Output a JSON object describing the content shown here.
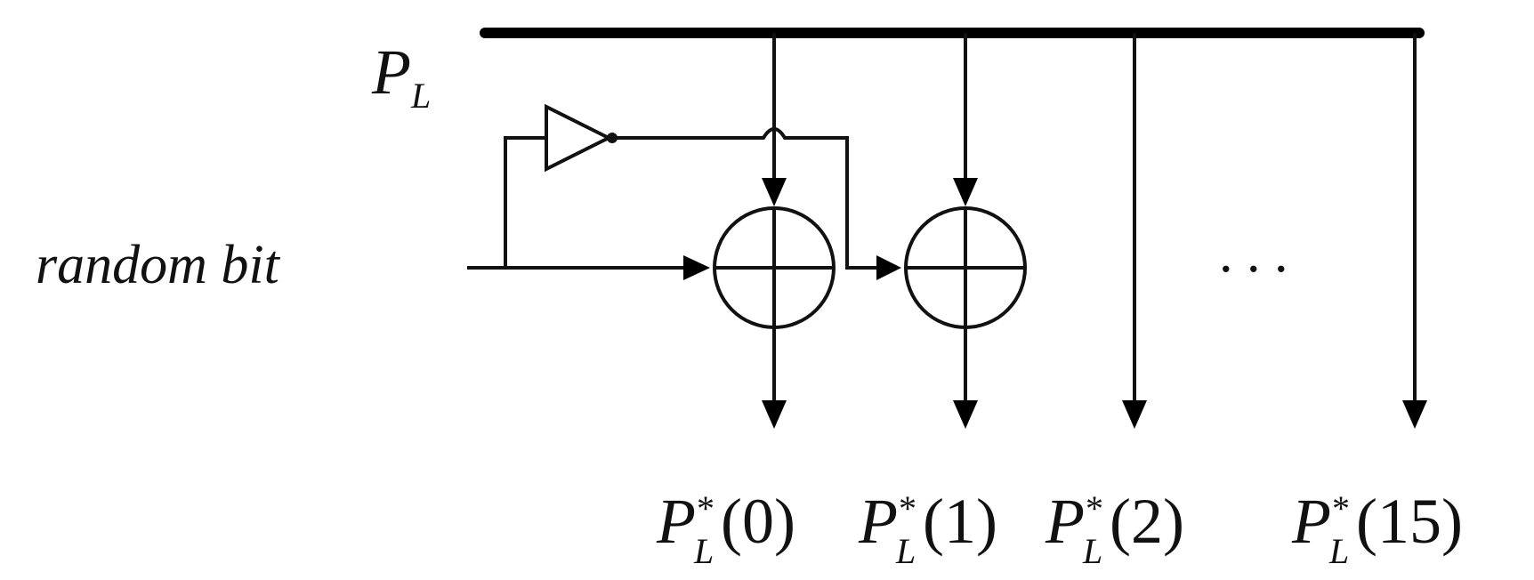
{
  "labels": {
    "bus_main": "P",
    "bus_sub": "L",
    "input": "random bit",
    "ellipsis": ". . .",
    "output_main": "P",
    "output_sub": "L",
    "output_sup": "*"
  },
  "outputs": [
    {
      "index": "(0)"
    },
    {
      "index": "(1)"
    },
    {
      "index": "(2)"
    },
    {
      "index": "(15)"
    }
  ]
}
